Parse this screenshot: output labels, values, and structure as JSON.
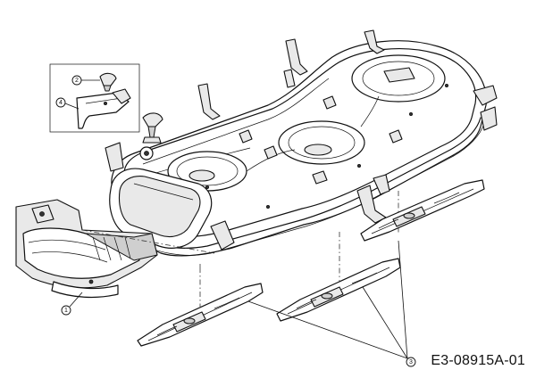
{
  "document_code": "E3-08915A-01",
  "callouts": [
    {
      "id": "part-1",
      "label": "1"
    },
    {
      "id": "part-2",
      "label": "2"
    },
    {
      "id": "part-3",
      "label": "3"
    },
    {
      "id": "part-4",
      "label": "4"
    }
  ]
}
